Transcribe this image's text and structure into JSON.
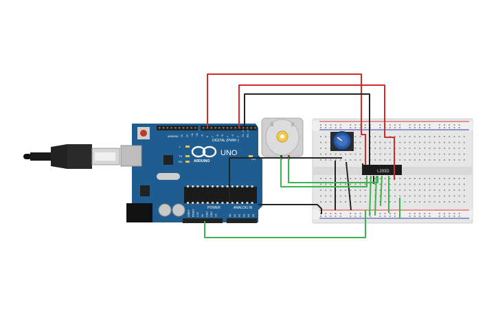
{
  "canvas": {
    "background": "#ffffff"
  },
  "arduino": {
    "board_color": "#1f5c8f",
    "logo_text": "ARDUINO",
    "model_text": "UNO",
    "digital_label": "DIGITAL (PWM~)",
    "power_label": "POWER",
    "analog_label": "ANALOG IN",
    "on_label": "ON",
    "l_label": "L",
    "tx_label": "TX",
    "rx_label": "RX",
    "aref_label": "AREF",
    "gnd_label": "GND",
    "top_pins": [
      "13",
      "12",
      "~11",
      "~10",
      "~9",
      "8",
      "7",
      "~6",
      "~5",
      "4",
      "~3",
      "2",
      "TX→1",
      "RX←0"
    ],
    "power_pins": [
      "IOREF",
      "RESET",
      "3.3V",
      "5V",
      "GND",
      "GND",
      "Vin"
    ],
    "analog_pins": [
      "A0",
      "A1",
      "A2",
      "A3",
      "A4",
      "A5"
    ]
  },
  "chip": {
    "label": "L293D"
  },
  "breadboard": {
    "color": "#e6e6e6",
    "rail_red": "#d33",
    "rail_blue": "#33a"
  },
  "wire_colors": {
    "red": "#d62828",
    "black": "#222222",
    "green": "#3bb34a"
  },
  "icons": [
    "usb-cable-icon",
    "dc-motor-icon",
    "potentiometer-icon"
  ]
}
